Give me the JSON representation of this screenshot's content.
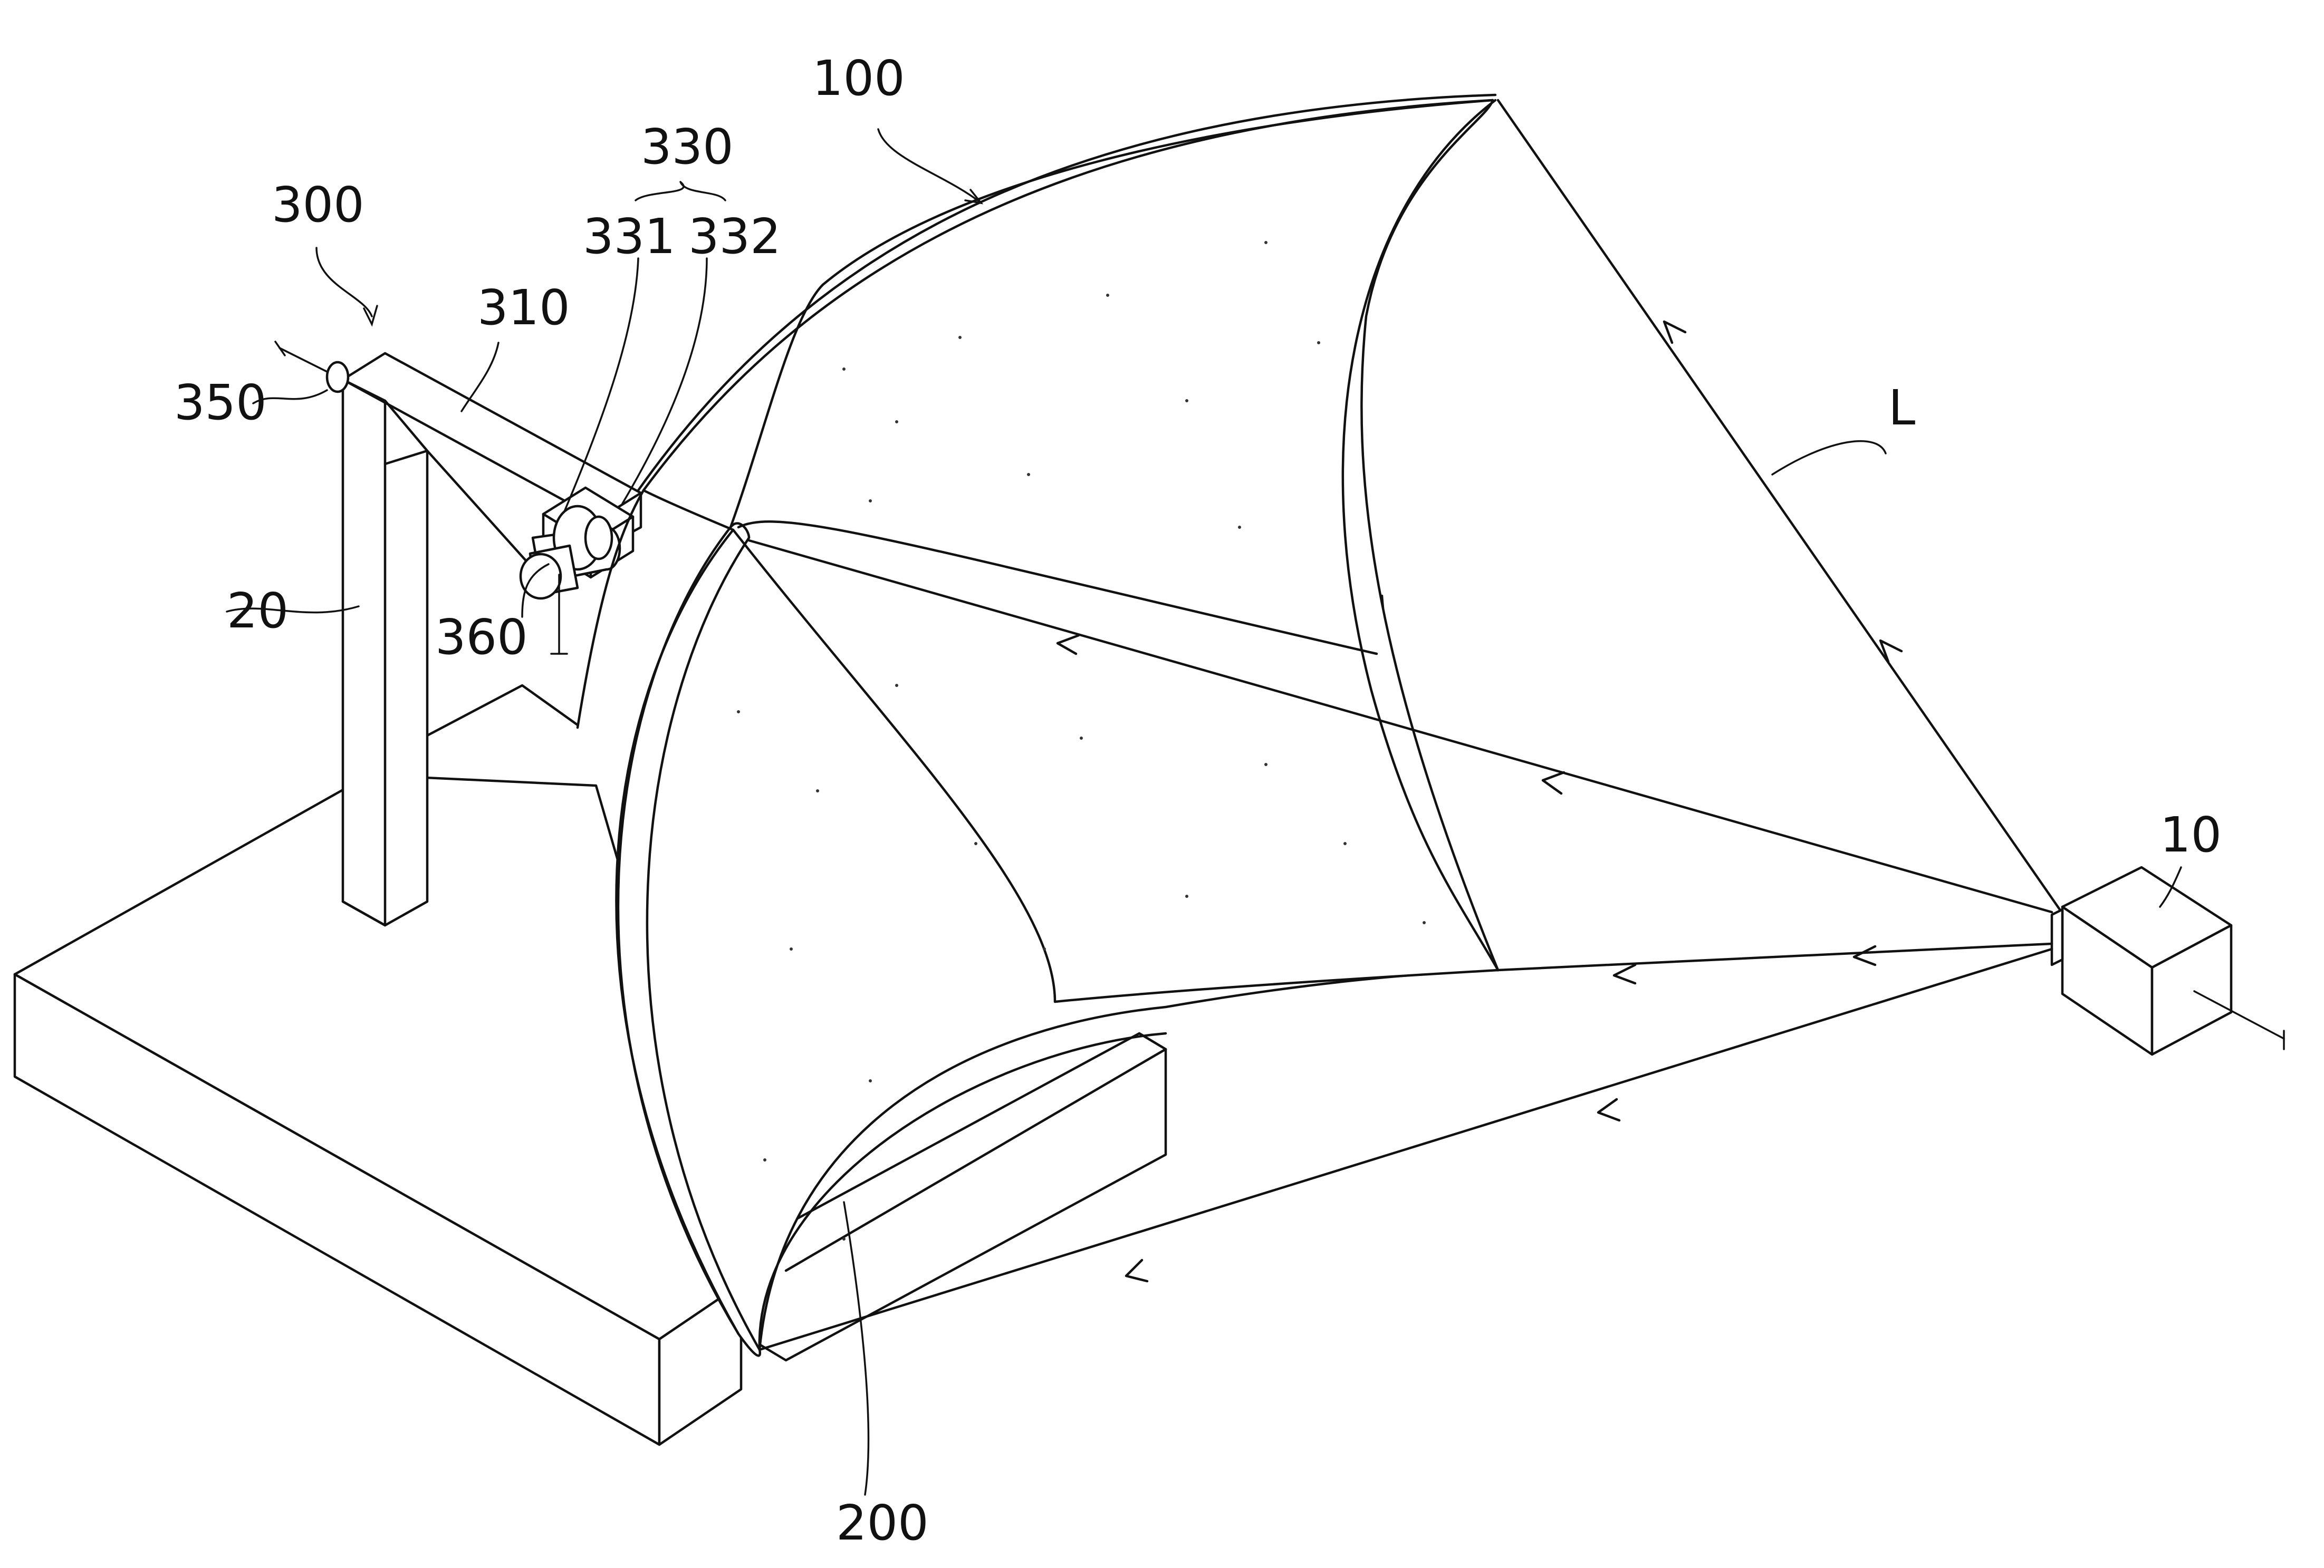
{
  "figure": {
    "background": "#ffffff",
    "line_color": "#111111",
    "labels": {
      "reflector": "100",
      "screen": "200",
      "tilt_unit": "300",
      "arm": "310",
      "bracket_group": "330",
      "bracket_part_a": "331",
      "bracket_part_b": "332",
      "pivot_shaft": "350",
      "motor": "360",
      "post": "20",
      "projector": "10",
      "light": "L"
    }
  }
}
